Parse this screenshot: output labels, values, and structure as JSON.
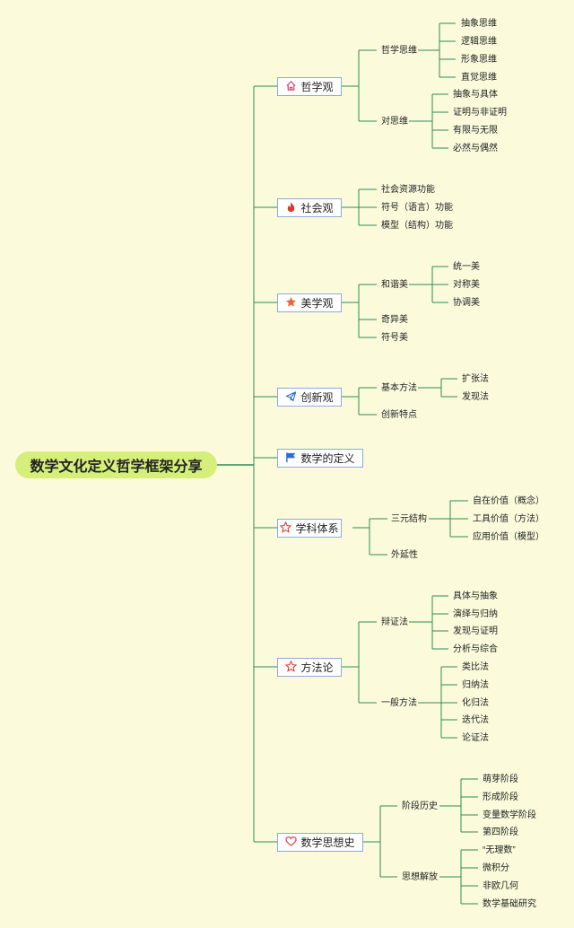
{
  "root": {
    "title": "数学文化定义哲学框架分享"
  },
  "branches": [
    {
      "label": "哲学观",
      "icon": "house-icon"
    },
    {
      "label": "社会观",
      "icon": "fire-icon"
    },
    {
      "label": "美学观",
      "icon": "star-filled-icon"
    },
    {
      "label": "创新观",
      "icon": "paper-plane-icon"
    },
    {
      "label": "数学的定义",
      "icon": "flag-icon"
    },
    {
      "label": "学科体系",
      "icon": "star-outline-icon"
    },
    {
      "label": "方法论",
      "icon": "star-outline-icon"
    },
    {
      "label": "数学思想史",
      "icon": "heart-icon"
    }
  ],
  "nodes": {
    "zhexue_siwei": "哲学思维",
    "chouxiang_siwei": "抽象思维",
    "luoji_siwei": "逻辑思维",
    "xingxiang_siwei": "形象思维",
    "zhijue_siwei": "直觉思维",
    "dui_siwei": "对思维",
    "chouxiang_juti": "抽象与具体",
    "zhengming": "证明与非证明",
    "youxian": "有限与无限",
    "biran": "必然与偶然",
    "shehui_ziyuan": "社会资源功能",
    "fuhao_yuyan": "符号（语言）功能",
    "moxing_jiegou": "模型（结构）功能",
    "hexie_mei": "和谐美",
    "tongyi_mei": "统一美",
    "duicheng_mei": "对称美",
    "xietiao_mei": "协调美",
    "qiyi_mei": "奇异美",
    "fuhao_mei": "符号美",
    "jiben_fangfa": "基本方法",
    "kuozhang_fa": "扩张法",
    "faxian_fa": "发现法",
    "chuangxin_tedian": "创新特点",
    "sanyuan_jiegou": "三元结构",
    "zizai_jiazhi": "自在价值（概念）",
    "gongju_jiazhi": "工具价值（方法）",
    "yingyong_jiazhi": "应用价值（模型）",
    "waiyan_xing": "外延性",
    "bianzheng_fa": "辩证法",
    "juti_chouxiang": "具体与抽象",
    "yanyi_guina": "演绎与归纳",
    "faxian_zhengming": "发现与证明",
    "fenxi_zonghe": "分析与综合",
    "yiban_fangfa": "一般方法",
    "leibi_fa": "类比法",
    "guina_fa": "归纳法",
    "huagui_fa": "化归法",
    "diedai_fa": "迭代法",
    "lunzheng_fa": "论证法",
    "jieduan_lishi": "阶段历史",
    "mengya": "萌芽阶段",
    "xingcheng": "形成阶段",
    "bianliang": "变量数学阶段",
    "disi": "第四阶段",
    "sixiang_jiefang": "思想解放",
    "wulishu": "“无理数”",
    "weijifen": "微积分",
    "feiou": "非欧几何",
    "jichu_yanjiu": "数学基础研究"
  },
  "colors": {
    "background": "#fbfbdc",
    "root_fill": "#d6ef7a",
    "line": "#2e8b57",
    "box_border": "#8eaadb",
    "icon_red": "#e0352b",
    "icon_pink": "#d6457a",
    "icon_blue": "#2b6ccf",
    "icon_orange": "#e8663c"
  }
}
